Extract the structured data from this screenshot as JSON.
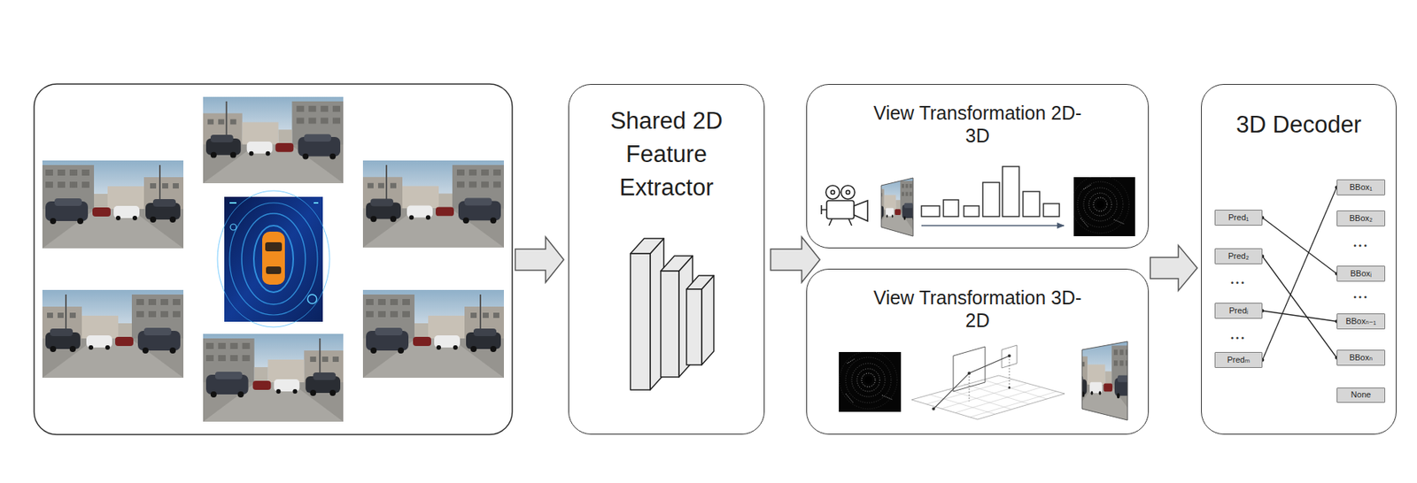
{
  "diagram": {
    "nodes": [
      {
        "text": [
          "Shared 2D Feature Extractor"
        ]
      },
      {
        "text": [
          "View Transformation 2D-3D"
        ]
      },
      {
        "text": [
          "View Transformation 3D-2D"
        ]
      },
      {
        "text": [
          "3D Decoder"
        ]
      },
      {
        "text": [
          "Pred₁"
        ],
        "in": 3
      },
      {
        "text": [
          "Pred₂"
        ],
        "in": 3
      },
      {
        "text": [
          "Predᵢ"
        ],
        "in": 3
      },
      {
        "text": [
          "Predₘ"
        ],
        "in": 3
      },
      {
        "text": [
          "BBox₁"
        ],
        "in": 3
      },
      {
        "text": [
          "BBox₂"
        ],
        "in": 3
      },
      {
        "text": [
          "BBoxᵢ"
        ],
        "in": 3
      },
      {
        "text": [
          "BBoxₙ₋₁"
        ],
        "in": 3
      },
      {
        "text": [
          "BBoxₙ"
        ],
        "in": 3
      },
      {
        "text": [
          "None"
        ],
        "in": 3
      }
    ],
    "edges": [
      {
        "from": 4,
        "to": 10,
        "arrow": "none"
      },
      {
        "from": 5,
        "to": 12,
        "arrow": "none"
      },
      {
        "from": 6,
        "to": 11,
        "arrow": "none"
      },
      {
        "from": 7,
        "to": 8,
        "arrow": "none"
      }
    ],
    "labels": [
      "• • •",
      "• • •",
      "• • •",
      "• • •"
    ]
  }
}
